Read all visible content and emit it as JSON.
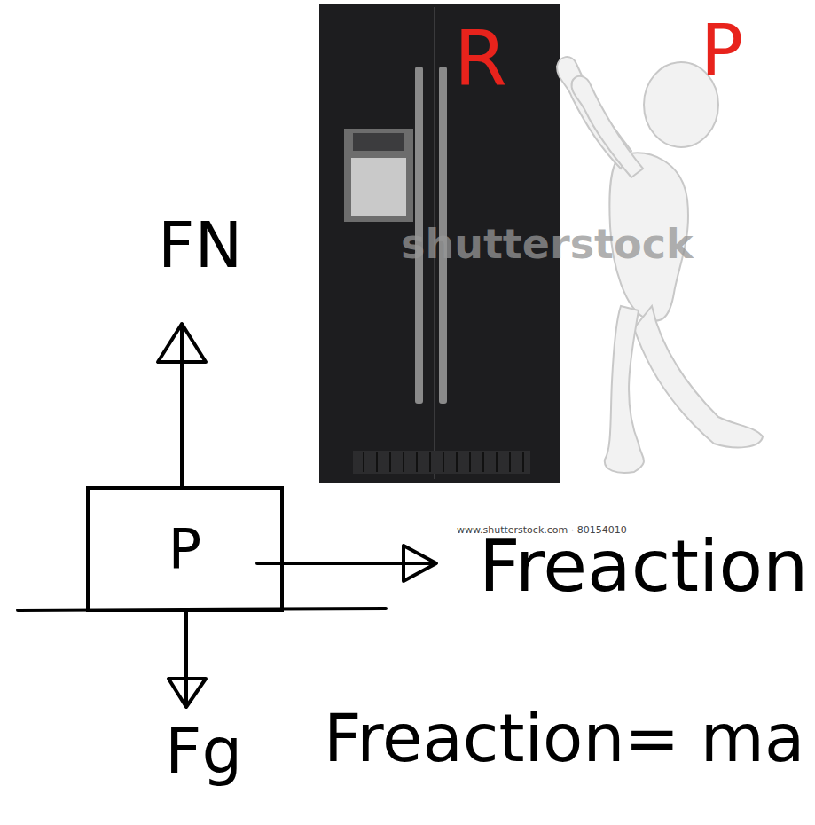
{
  "diagram": {
    "nodes": [
      {
        "text": [
          "P"
        ]
      }
    ],
    "labels": [
      "R",
      "P",
      "shutterstock",
      "FN",
      "www.shutterstock.com · 80154010",
      "Freaction",
      "Fg",
      "Freaction= ma"
    ]
  }
}
